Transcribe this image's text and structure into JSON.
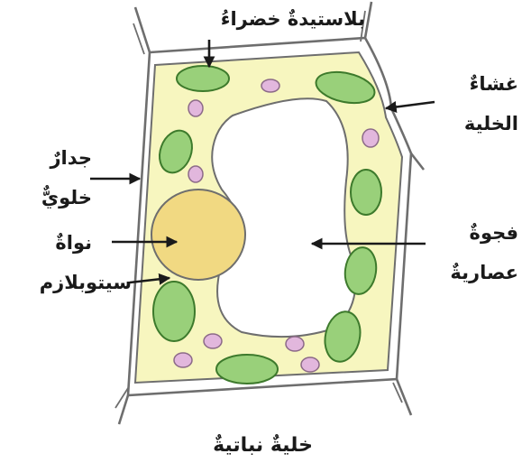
{
  "labels": {
    "chloroplast": "بلاستيدةٌ خضراءُ",
    "cell_membrane_line1": "غشاءٌ",
    "cell_membrane_line2": "الخلية",
    "cell_wall_line1": "جدارٌ",
    "cell_wall_line2": "خلويٌّ",
    "nucleus": "نواةٌ",
    "cytoplasm": "سيتوبلازم",
    "vacuole_line1": "فجوةٌ",
    "vacuole_line2": "عصاريةٌ"
  },
  "caption": "خليةٌ نباتيةٌ",
  "colors": {
    "wall": "#6e6e6e",
    "cytoplasm": "#f7f6bf",
    "chloroplast": "#99d07a",
    "chloroplast_edge": "#3d7a2c",
    "nucleus": "#f1d982",
    "vacuole": "#ffffff",
    "granule": "#e2b7dd",
    "text": "#1a1a1a"
  }
}
